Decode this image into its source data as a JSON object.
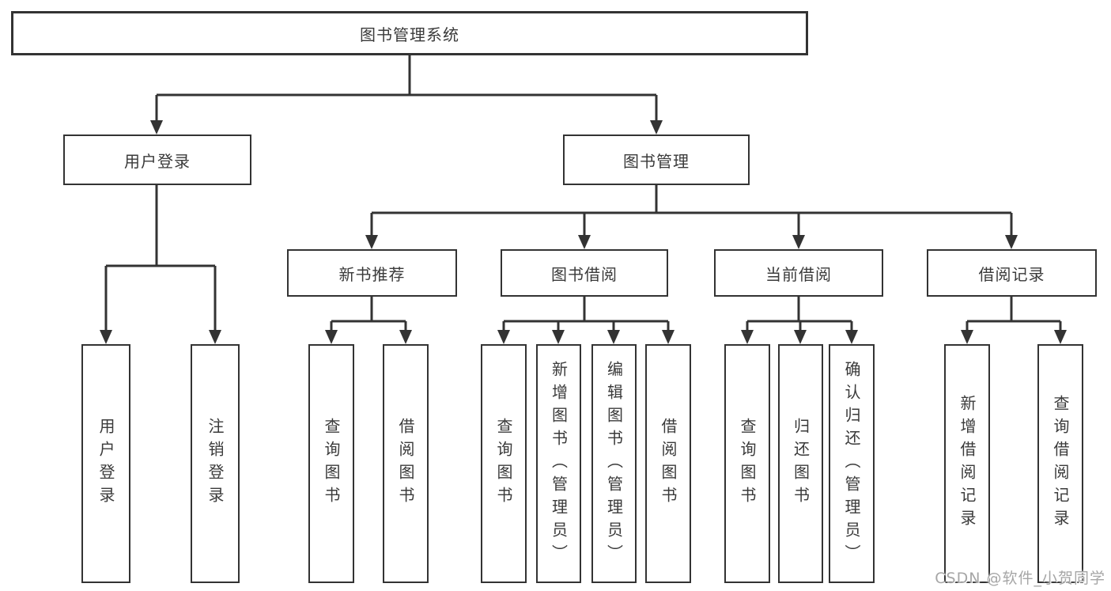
{
  "nodes": {
    "root": {
      "label": "图书管理系统"
    },
    "user_login": {
      "label": "用户登录",
      "children": {
        "login": {
          "label": "用户登录"
        },
        "logout": {
          "label": "注销登录"
        }
      }
    },
    "book_mgmt": {
      "label": "图书管理",
      "children": {
        "new_books": {
          "label": "新书推荐",
          "children": {
            "query": {
              "label": "查询图书"
            },
            "borrow": {
              "label": "借阅图书"
            }
          }
        },
        "book_borrow": {
          "label": "图书借阅",
          "children": {
            "query": {
              "label": "查询图书"
            },
            "add": {
              "label": "新增图书（管理员）"
            },
            "edit": {
              "label": "编辑图书（管理员）"
            },
            "borrow": {
              "label": "借阅图书"
            }
          }
        },
        "current_borrow": {
          "label": "当前借阅",
          "children": {
            "query": {
              "label": "查询图书"
            },
            "return": {
              "label": "归还图书"
            },
            "confirm": {
              "label": "确认归还（管理员）"
            }
          }
        },
        "borrow_records": {
          "label": "借阅记录",
          "children": {
            "add_record": {
              "label": "新增借阅记录"
            },
            "query_record": {
              "label": "查询借阅记录"
            }
          }
        }
      }
    }
  },
  "watermark": "CSDN @软件_小贺同学",
  "colors": {
    "line": "#333333",
    "text": "#3a3a3a",
    "background": "#ffffff",
    "watermark": "#a6a6a6"
  }
}
